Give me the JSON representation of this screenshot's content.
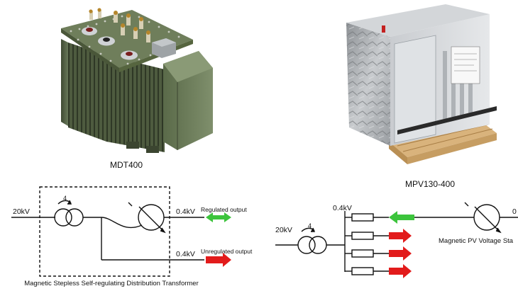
{
  "products": {
    "left_caption": "MDT400",
    "right_caption": "MPV130-400"
  },
  "left_diagram": {
    "input_voltage": "20kV",
    "tap_number": "4",
    "output_voltage_regulated": "0.4kV",
    "output_voltage_unregulated": "0.4kV",
    "regulated_label": "Regulated output",
    "unregulated_label": "Unregulated output",
    "caption": "Magnetic Stepless Self-regulating Distribution Transformer"
  },
  "right_diagram": {
    "input_voltage": "20kV",
    "tap_number": "4",
    "bus_voltage": "0.4kV",
    "output_voltage_clipped": "0",
    "caption": "Magnetic PV Voltage Sta"
  },
  "colors": {
    "green_arrow": "#3cc43c",
    "red_arrow": "#e21b1b",
    "transformer_body": "#5c6b4b",
    "steel": "#b9bcbf",
    "pallet": "#d9b37c"
  },
  "icons": {
    "mdt400": "oil-transformer-photo",
    "mpv130": "galvanized-cabinet-photo"
  }
}
